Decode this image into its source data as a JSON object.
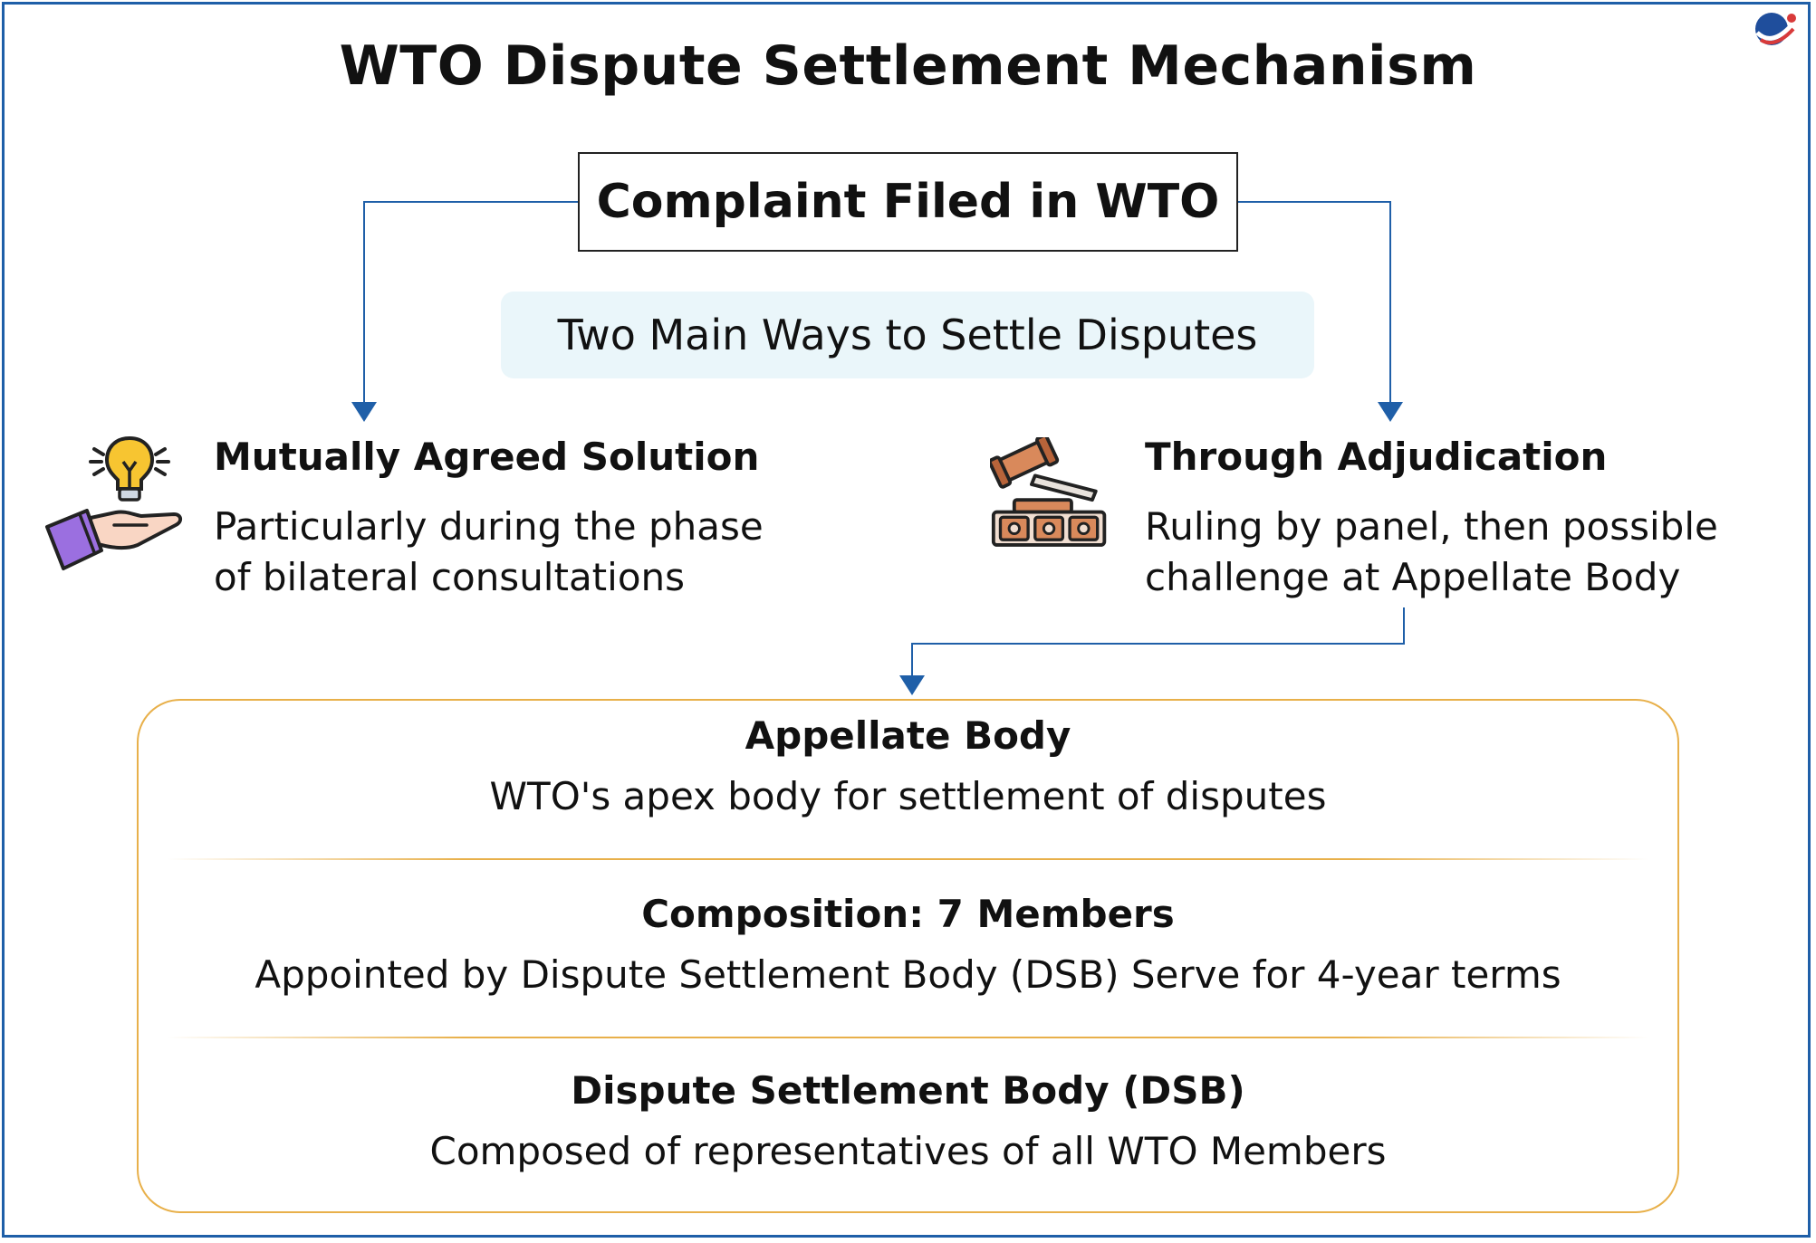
{
  "title": "WTO Dispute Settlement Mechanism",
  "complaint": "Complaint Filed in WTO",
  "ways_label": "Two Main Ways to Settle Disputes",
  "options": [
    {
      "title": "Mutually Agreed Solution",
      "desc_lines": [
        "Particularly during the phase",
        "of bilateral consultations"
      ],
      "icon": "hand-lightbulb-icon"
    },
    {
      "title": "Through Adjudication",
      "desc_lines": [
        "Ruling by panel, then possible",
        "challenge at Appellate Body"
      ],
      "icon": "gavel-icon"
    }
  ],
  "details": [
    {
      "title": "Appellate Body",
      "desc": "WTO's apex body for settlement of disputes"
    },
    {
      "title": "Composition: 7 Members",
      "desc": "Appointed by Dispute Settlement Body (DSB) Serve for 4-year terms"
    },
    {
      "title": "Dispute Settlement Body (DSB)",
      "desc": "Composed of representatives of all WTO Members"
    }
  ],
  "colors": {
    "frame": "#1f5fa8",
    "arrow": "#1f5fa8",
    "detail_border": "#e8b04a",
    "pill_bg": "#eaf6fa"
  },
  "icons": [
    "logo-icon",
    "hand-lightbulb-icon",
    "gavel-icon",
    "arrow-down-icon"
  ]
}
